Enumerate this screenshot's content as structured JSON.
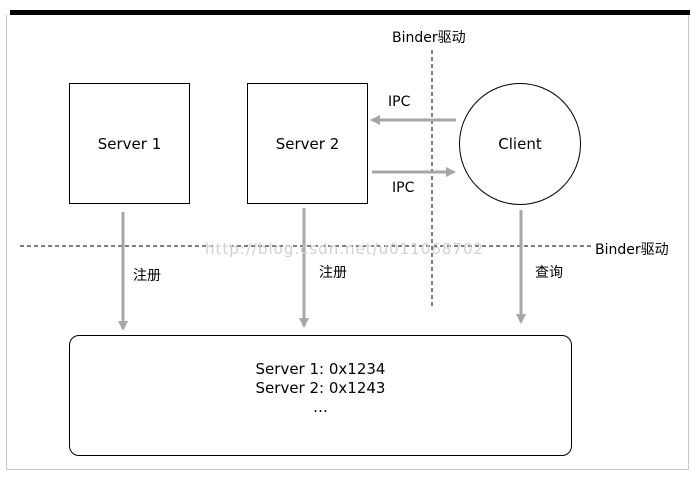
{
  "title_driver_top": "Binder驱动",
  "title_driver_right": "Binder驱动",
  "server1": {
    "label": "Server 1"
  },
  "server2": {
    "label": "Server 2"
  },
  "client": {
    "label": "Client"
  },
  "ipc_request_label": "IPC",
  "ipc_reply_label": "IPC",
  "register_label_1": "注册",
  "register_label_2": "注册",
  "query_label": "查询",
  "registry": {
    "entries": [
      "Server 1: 0x1234",
      "Server 2: 0x1243",
      "…"
    ]
  },
  "watermark": "http://blog.csdn.net/u011068702",
  "colors": {
    "arrow": "#a6a6a6",
    "line": "#000000",
    "watermark": "#d0d0d0"
  }
}
